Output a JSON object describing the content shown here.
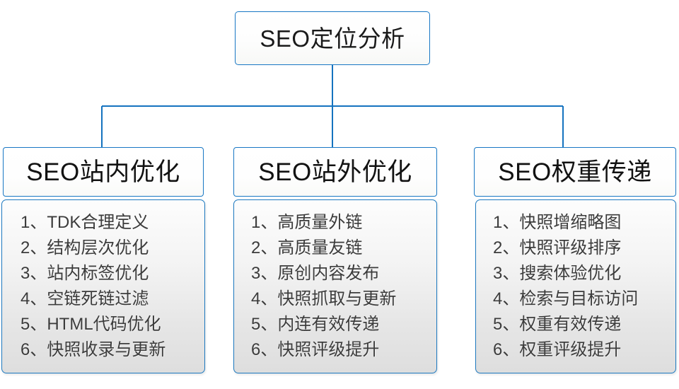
{
  "diagram": {
    "title": "SEO定位分析",
    "root": {
      "label": "SEO定位分析"
    },
    "accent_color": "#1877c4",
    "line_color": "#1573bf",
    "text_color": "#121212",
    "item_text_color": "#3b3b3b",
    "branches": [
      {
        "header": "SEO站内优化",
        "items": [
          "1、TDK合理定义",
          "2、结构层次优化",
          "3、站内标签优化",
          "4、空链死链过滤",
          "5、HTML代码优化",
          "6、快照收录与更新"
        ]
      },
      {
        "header": "SEO站外优化",
        "items": [
          "1、高质量外链",
          "2、高质量友链",
          "3、原创内容发布",
          "4、快照抓取与更新",
          "5、内连有效传递",
          "6、快照评级提升"
        ]
      },
      {
        "header": "SEO权重传递",
        "items": [
          "1、快照增缩略图",
          "2、快照评级排序",
          "3、搜索体验优化",
          "4、检索与目标访问",
          "5、权重有效传递",
          "6、权重评级提升"
        ]
      }
    ]
  }
}
